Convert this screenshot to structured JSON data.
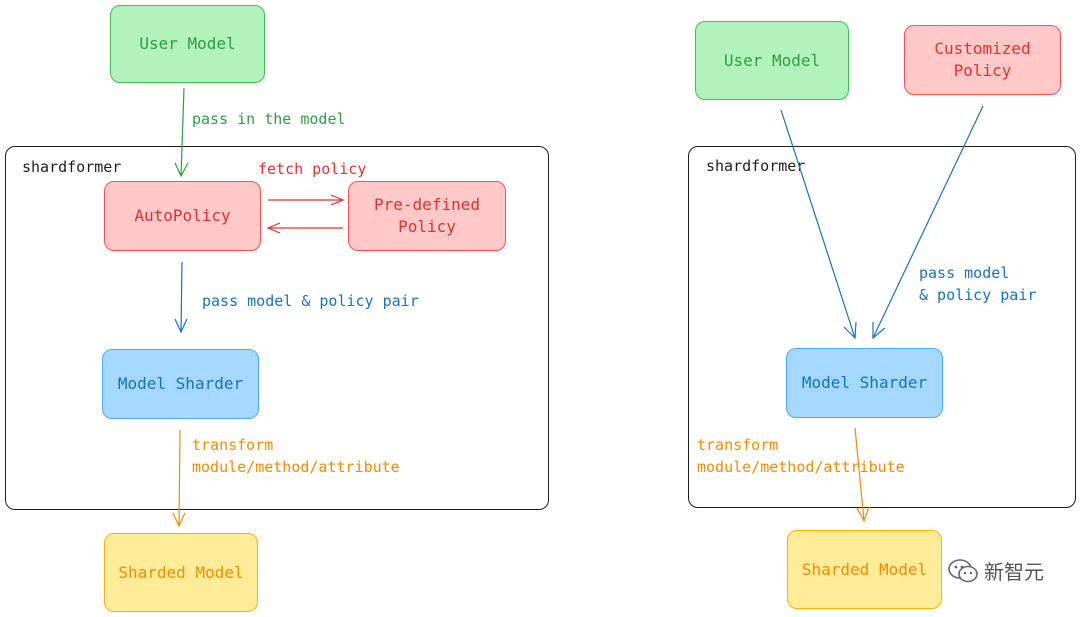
{
  "left_diagram": {
    "container_label": "shardformer",
    "user_model": "User Model",
    "auto_policy": "AutoPolicy",
    "predefined_policy": "Pre-defined\nPolicy",
    "model_sharder": "Model Sharder",
    "sharded_model": "Sharded Model",
    "edge_pass_in_model": "pass in the model",
    "edge_fetch_policy": "fetch policy",
    "edge_pass_pair": "pass model & policy pair",
    "edge_transform": "transform\nmodule/method/attribute"
  },
  "right_diagram": {
    "container_label": "shardformer",
    "user_model": "User Model",
    "customized_policy": "Customized\nPolicy",
    "model_sharder": "Model Sharder",
    "sharded_model": "Sharded Model",
    "edge_pass_pair": "pass model\n& policy pair",
    "edge_transform": "transform\nmodule/method/attribute"
  },
  "watermark": {
    "text": "新智元",
    "icon": "wechat-icon"
  },
  "colors": {
    "green": "#2f9e44",
    "red": "#e03131",
    "blue": "#1971c2",
    "orange": "#f08c00"
  }
}
